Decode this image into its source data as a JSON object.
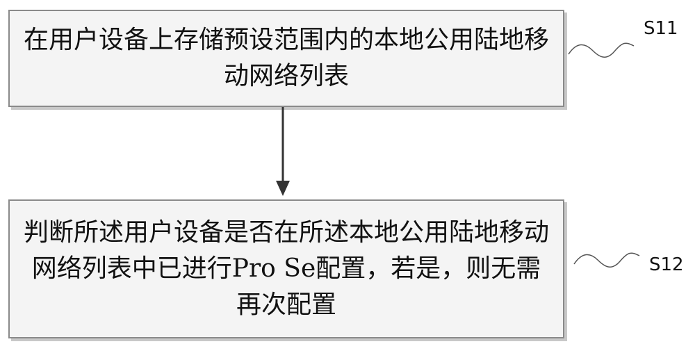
{
  "steps": [
    {
      "id": "S11",
      "text": "在用户设备上存储预设范围内的本地公用陆地移动网络列表"
    },
    {
      "id": "S12",
      "text": "判断所述用户设备是否在所述本地公用陆地移动网络列表中已进行Pro Se配置，若是，则无需再次配置"
    }
  ],
  "colors": {
    "box_fill": "#f4f4f4",
    "box_border": "#8a8a8a",
    "arrow": "#333333",
    "text": "#111111"
  }
}
